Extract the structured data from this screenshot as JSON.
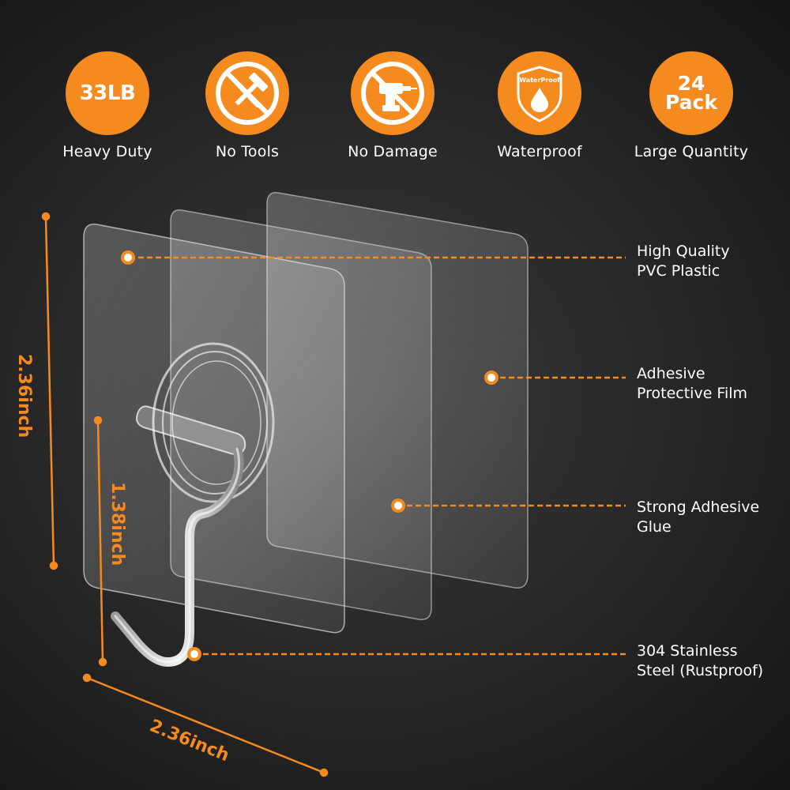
{
  "features": [
    {
      "badge_text": "33LB",
      "label": "Heavy Duty",
      "icon": "weight-badge"
    },
    {
      "label": "No Tools",
      "icon": "no-tools-icon"
    },
    {
      "label": "No Damage",
      "icon": "no-drill-icon"
    },
    {
      "badge_text": "WaterProof",
      "label": "Waterproof",
      "icon": "water-drop-shield-icon"
    },
    {
      "badge_line1": "24",
      "badge_line2": "Pack",
      "label": "Large Quantity",
      "icon": "pack-badge"
    }
  ],
  "callouts": [
    {
      "line1": "High Quality",
      "line2": "PVC Plastic"
    },
    {
      "line1": "Adhesive",
      "line2": "Protective Film"
    },
    {
      "line1": "Strong Adhesive",
      "line2": "Glue"
    },
    {
      "line1": "304 Stainless",
      "line2": "Steel (Rustproof)"
    }
  ],
  "dimensions": {
    "height": "2.36inch",
    "hook_height": "1.38inch",
    "width": "2.36inch"
  },
  "colors": {
    "accent": "#f58a1f",
    "background": "#262626",
    "text": "#ffffff"
  }
}
